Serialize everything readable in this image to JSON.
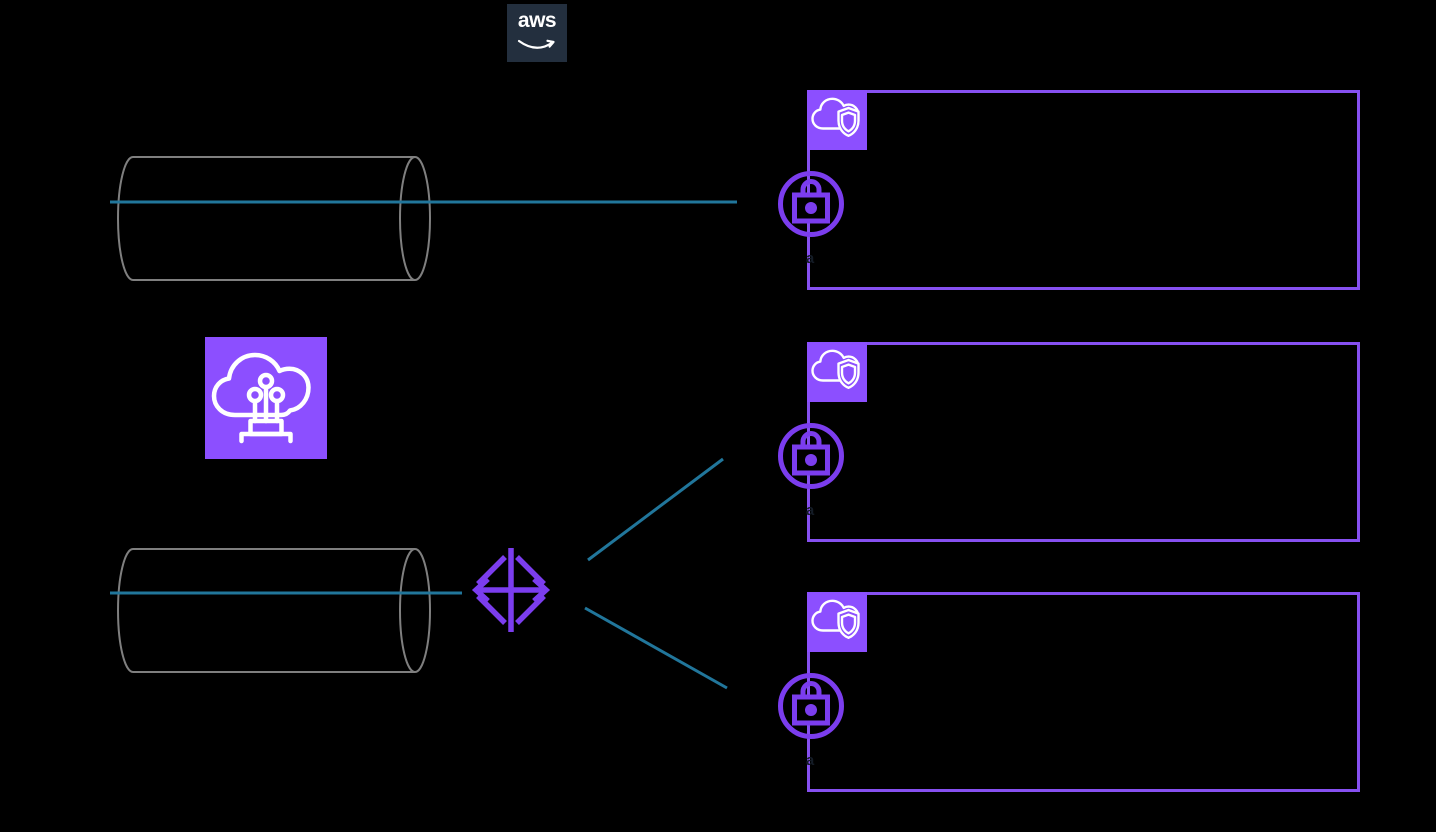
{
  "colors": {
    "bg": "#000000",
    "navy": "#232F3E",
    "white": "#FFFFFF",
    "purple": "#8C4FFF",
    "purpleLine": "#8650F0",
    "purpleDeep": "#7B3DEE",
    "teal": "#21769B",
    "gray": "#7F7F7F",
    "fragment": "#141C26"
  },
  "logo": {
    "text": "aws"
  },
  "diagram": {
    "nodes": [
      {
        "id": "aws-cloud",
        "icon": "aws-logo"
      },
      {
        "id": "tunnel-top",
        "icon": "network-tunnel-cylinder"
      },
      {
        "id": "tunnel-bottom",
        "icon": "network-tunnel-cylinder"
      },
      {
        "id": "direct-connect",
        "icon": "aws-direct-connect"
      },
      {
        "id": "transit-gateway",
        "icon": "aws-transit-gateway"
      },
      {
        "id": "vpc-1",
        "icon": "amazon-vpc-cloud-shield",
        "gateway_icon": "vpn-gateway-lock"
      },
      {
        "id": "vpc-2",
        "icon": "amazon-vpc-cloud-shield",
        "gateway_icon": "vpn-gateway-lock"
      },
      {
        "id": "vpc-3",
        "icon": "amazon-vpc-cloud-shield",
        "gateway_icon": "vpn-gateway-lock"
      }
    ],
    "edges": [
      {
        "from": "tunnel-top",
        "to": "vpc-1"
      },
      {
        "from": "tunnel-bottom",
        "to": "transit-gateway"
      },
      {
        "from": "transit-gateway",
        "to": "vpc-2"
      },
      {
        "from": "transit-gateway",
        "to": "vpc-3"
      }
    ]
  },
  "vpcs": [
    {
      "label_fragment": "a"
    },
    {
      "label_fragment": "a"
    },
    {
      "label_fragment": "a"
    }
  ]
}
